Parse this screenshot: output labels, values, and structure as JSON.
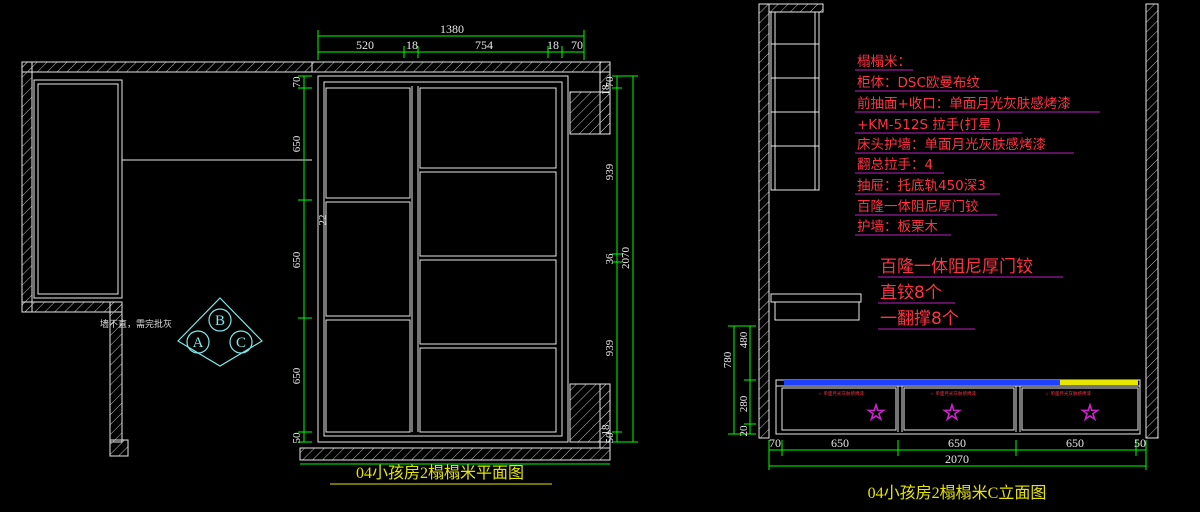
{
  "plan": {
    "title": "04小孩房2榻榻米平面图",
    "dim_top_total": "1380",
    "dim_top_parts": [
      "520",
      "18",
      "754",
      "18",
      "70"
    ],
    "dim_left": [
      "70",
      "650",
      "650",
      "650",
      "50"
    ],
    "dim_right_inner": [
      "70",
      "939",
      "36",
      "939",
      "50"
    ],
    "dim_right_total": "2070",
    "dim_right_small_top": "18",
    "dim_right_small_bottom": "18",
    "dim_mid": "22",
    "wall_note": "墙不直，需完批灰",
    "section_labels": [
      "B",
      "A",
      "C"
    ]
  },
  "elevation": {
    "title": "04小孩房2榻榻米C立面图",
    "dim_bottom_parts": [
      "70",
      "650",
      "650",
      "650",
      "50"
    ],
    "dim_bottom_total": "2070",
    "dim_left_outer": "780",
    "dim_left_inner": [
      "480",
      "280",
      "20"
    ],
    "spec_lines": [
      "榻榻米：",
      "柜体：DSC欧曼布纹",
      "前抽面+收口：单面月光灰肤感烤漆",
      "+KM-512S 拉手(打星 )",
      "床头护墙：单面月光灰肤感烤漆",
      "翻总拉手：4",
      "抽屉：托底轨450深3",
      "百隆一体阻尼厚门铰",
      "护墙：板栗木"
    ],
    "hardware_lines": [
      "百隆一体阻尼厚门铰",
      "直铰8个",
      "一翻撑8个"
    ],
    "drawer_notes": [
      "☆ 单面月光灰肤感烤漆",
      "☆ 单面月光灰肤感烤漆",
      "☆ 单面月光灰肤感烤漆"
    ]
  },
  "colors": {
    "background": "#000000",
    "lines": "#e8e8e8",
    "dimension_green": "#00ff00",
    "title_yellow": "#e6e600",
    "note_red": "#ff3344",
    "underline_magenta": "#c020c0",
    "star_magenta": "#cc22cc",
    "symbol_cyan": "#7fe7e7"
  }
}
